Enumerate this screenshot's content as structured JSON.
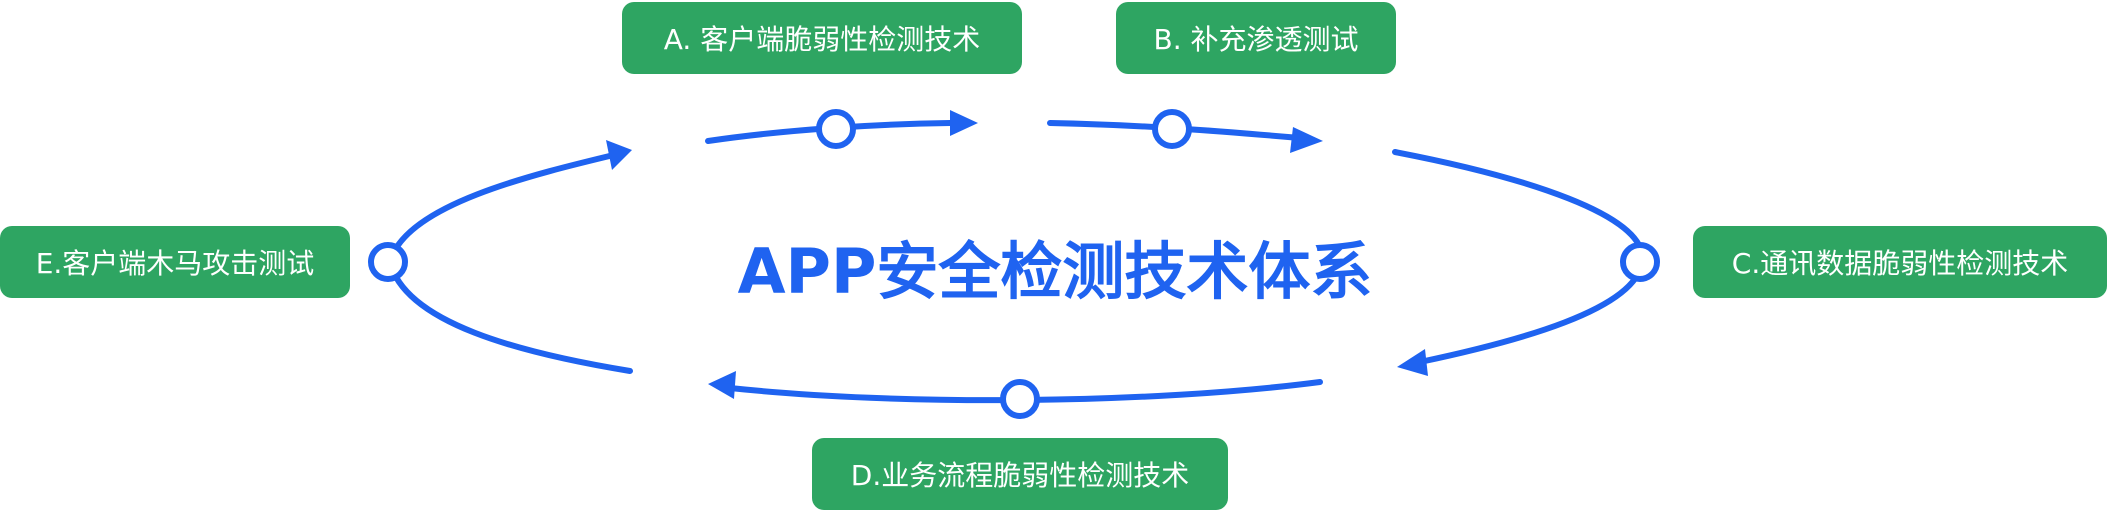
{
  "colors": {
    "arrow": "#1f63f0",
    "node_fill": "#2ea562",
    "node_text": "#ffffff",
    "title": "#1f63f0"
  },
  "diagram": {
    "title": "APP安全检测技术体系",
    "nodes": {
      "a": "A. 客户端脆弱性检测技术",
      "b": "B. 补充渗透测试",
      "c": "C.通讯数据脆弱性检测技术",
      "d": "D.业务流程脆弱性检测技术",
      "e": "E.客户端木马攻击测试"
    }
  }
}
